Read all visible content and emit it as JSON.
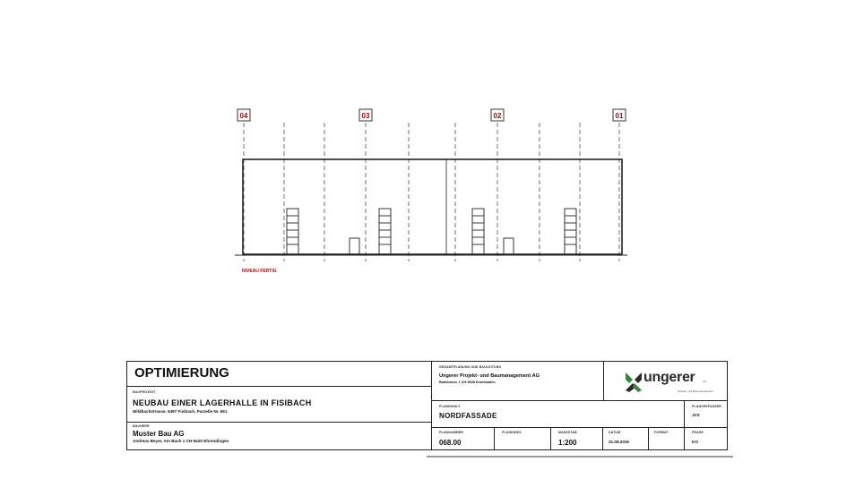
{
  "grid_axes": [
    "04",
    "03",
    "02",
    "01"
  ],
  "ground_label": "NIVEAU FERTIG",
  "title_block": {
    "main_title": "OPTIMIERUNG",
    "project": {
      "label": "BAUPROJEKT",
      "title": "NEUBAU EINER LAGERHALLE IN FISIBACH",
      "address": "Wildbachstrasse, 5467 Fisibach, Parzelle Nr. 551"
    },
    "client": {
      "label": "BAUHERR",
      "name": "Muster Bau AG",
      "contact": "Andreas Beyer,   Am Bach 1 CH-5420 Ehrendingen"
    },
    "planner": {
      "label": "GESAMTPLANUNG UND BAULEITUNG",
      "name": "Ungerer Projekt- und Baumanagement AG",
      "address": "Badstrasse 1 CH-5408 Ennetbaden"
    },
    "logo": {
      "word": "ungerer",
      "ag": "AG",
      "tagline": "Projekt- und Baumanagement"
    },
    "plan_content": {
      "label": "PLANINHALT",
      "value": "NORDFASSADE"
    },
    "drawn_by": {
      "label": "PLANVERFASSER",
      "value": "JVS"
    },
    "plan_no": {
      "label": "PLANNUMMER",
      "value": "068.00"
    },
    "plan_index": {
      "label": "PLANINDEX",
      "value": ""
    },
    "scale": {
      "label": "MASSSTAB",
      "value": "1:200"
    },
    "date": {
      "label": "DATUM",
      "value": "31.08.2016"
    },
    "format": {
      "label": "FORMAT",
      "value": ""
    },
    "phase": {
      "label": "PHASE",
      "value": "KO"
    }
  },
  "colors": {
    "grid_axis": "#9a0a0a",
    "line": "#222222",
    "logo_green": "#2e8b3a"
  }
}
